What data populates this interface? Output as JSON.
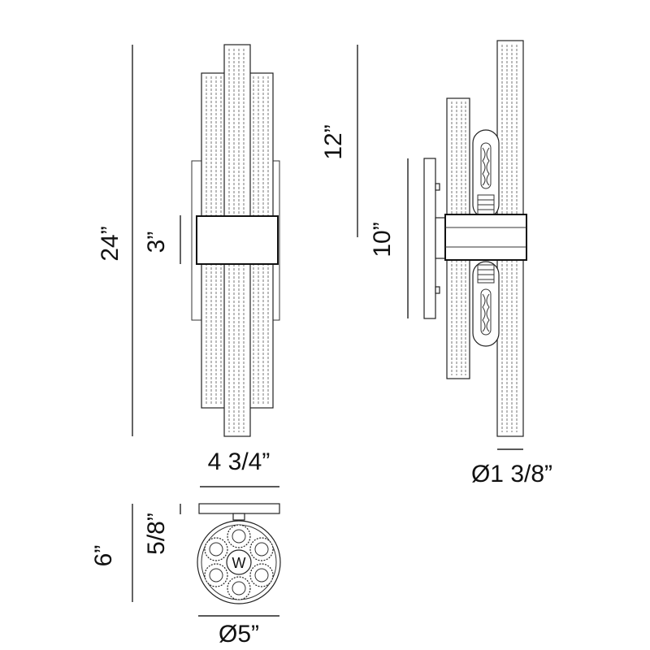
{
  "dimensions": {
    "overall_height": "24”",
    "band_height": "3”",
    "side_tall": "12”",
    "side_short": "10”",
    "width": "4 3/4”",
    "tube_diameter": "Ø1 3/8”",
    "depth": "6”",
    "canopy_thickness": "5/8”",
    "base_diameter": "Ø5”"
  },
  "labels": {
    "bottom_marker": "W"
  }
}
